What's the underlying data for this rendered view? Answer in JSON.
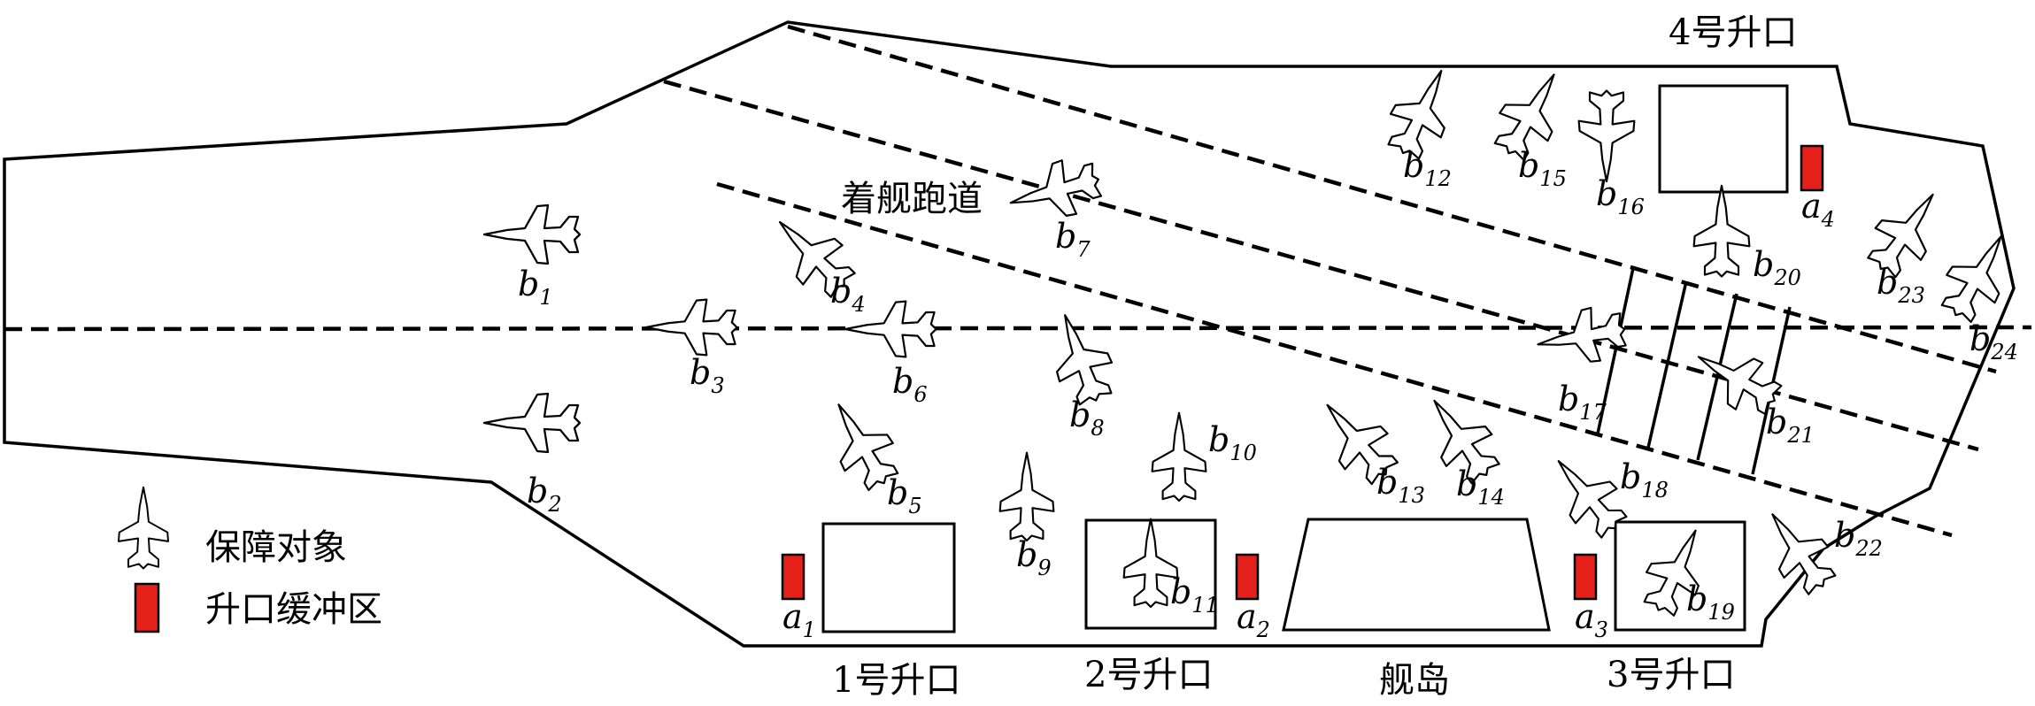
{
  "labels": {
    "runway": "着舰跑道",
    "elevator1": "1号升口",
    "elevator2": "2号升口",
    "elevator3": "3号升口",
    "elevator4": "4号升口",
    "island": "舰岛"
  },
  "legend": {
    "support_object": "保障对象",
    "elevator_buffer": "升口缓冲区"
  },
  "buffers": [
    {
      "letter": "a",
      "index": "1"
    },
    {
      "letter": "a",
      "index": "2"
    },
    {
      "letter": "a",
      "index": "3"
    },
    {
      "letter": "a",
      "index": "4"
    }
  ],
  "aircraft": [
    {
      "letter": "b",
      "index": "1"
    },
    {
      "letter": "b",
      "index": "2"
    },
    {
      "letter": "b",
      "index": "3"
    },
    {
      "letter": "b",
      "index": "4"
    },
    {
      "letter": "b",
      "index": "5"
    },
    {
      "letter": "b",
      "index": "6"
    },
    {
      "letter": "b",
      "index": "7"
    },
    {
      "letter": "b",
      "index": "8"
    },
    {
      "letter": "b",
      "index": "9"
    },
    {
      "letter": "b",
      "index": "10"
    },
    {
      "letter": "b",
      "index": "11"
    },
    {
      "letter": "b",
      "index": "12"
    },
    {
      "letter": "b",
      "index": "13"
    },
    {
      "letter": "b",
      "index": "14"
    },
    {
      "letter": "b",
      "index": "15"
    },
    {
      "letter": "b",
      "index": "16"
    },
    {
      "letter": "b",
      "index": "17"
    },
    {
      "letter": "b",
      "index": "18"
    },
    {
      "letter": "b",
      "index": "19"
    },
    {
      "letter": "b",
      "index": "20"
    },
    {
      "letter": "b",
      "index": "21"
    },
    {
      "letter": "b",
      "index": "22"
    },
    {
      "letter": "b",
      "index": "23"
    },
    {
      "letter": "b",
      "index": "24"
    }
  ],
  "colors": {
    "buffer_fill": "#e4211b",
    "line": "#000000",
    "background": "#ffffff"
  },
  "icons": {
    "aircraft": "fighter-jet-icon",
    "buffer": "red-rectangle-icon"
  }
}
